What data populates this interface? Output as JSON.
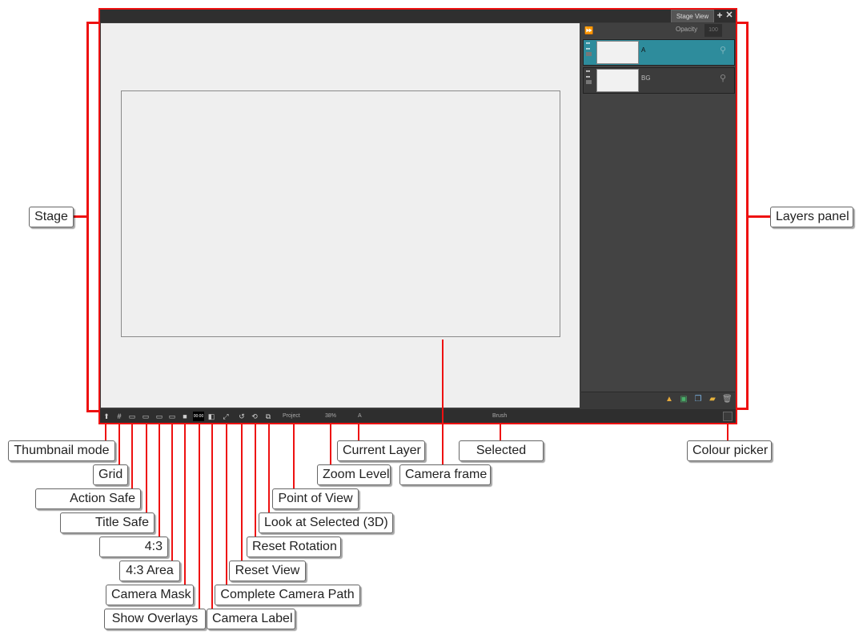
{
  "window": {
    "tab_title": "Stage View",
    "tab_add": "+",
    "tab_close": "✕"
  },
  "layers_panel": {
    "expand_icon": "⏩",
    "opacity_label": "Opacity",
    "opacity_value": "100",
    "layers": [
      {
        "name": "A",
        "selected": true
      },
      {
        "name": "BG",
        "selected": false
      }
    ],
    "bottom_icons": [
      "add-drawing-layer-icon",
      "add-image-layer-icon",
      "duplicate-layer-icon",
      "import-icon",
      "delete-layer-icon"
    ]
  },
  "toolbar": {
    "point_of_view": "Project",
    "zoom_level": "38%",
    "current_layer": "A",
    "selected_tool": "Brush",
    "camera_label_icon_text": "00:00"
  },
  "colors": {
    "accent": "#2e8c9c",
    "annotation": "#ee1111",
    "stage": "#efefef"
  },
  "labels": {
    "stage": "Stage",
    "layers_panel": "Layers panel",
    "thumbnail_mode": "Thumbnail mode",
    "grid": "Grid",
    "action_safe": "Action Safe",
    "title_safe": "Title Safe",
    "four_three": "4:3",
    "four_three_area": "4:3 Area",
    "camera_mask": "Camera Mask",
    "show_overlays": "Show Overlays",
    "camera_label": "Camera Label",
    "complete_camera_path": "Complete Camera Path",
    "reset_view": "Reset View",
    "reset_rotation": "Reset Rotation",
    "look_at_selected": "Look at Selected (3D)",
    "point_of_view": "Point of View",
    "zoom_level": "Zoom Level",
    "current_layer": "Current Layer",
    "camera_frame": "Camera frame",
    "selected": "Selected",
    "colour_picker": "Colour picker"
  }
}
